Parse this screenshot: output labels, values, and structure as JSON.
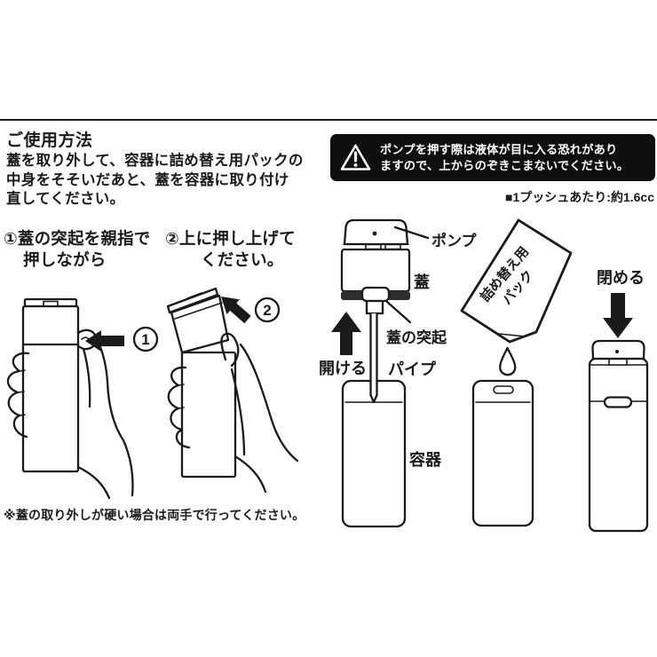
{
  "colors": {
    "ink": "#1a1a1a",
    "warning_bg": "#0f0f0f",
    "warning_fg": "#ffffff",
    "lid_band": "#2e2e2e"
  },
  "header": {
    "title": "ご使用方法",
    "intro_lines": [
      "蓋を取り外して、容器に詰め替え用パックの",
      "中身をそそいだあと、蓋を容器に取り付け",
      "直してください。"
    ]
  },
  "warning": {
    "line1": "ポンプを押す際は液体が目に入る恐れがあり",
    "line2": "ますので、上からのぞきこまないでください。"
  },
  "push_note": "■1プッシュあたり:約1.6cc",
  "steps": {
    "step1": {
      "badge": "①",
      "digit": "1",
      "line1": "蓋の突起を親指で",
      "line2_bold": "押しながら"
    },
    "step2": {
      "badge": "②",
      "digit": "2",
      "line1_normal": "上に押し",
      "line1_bold": "上げて",
      "line2": "ください。"
    }
  },
  "diagram": {
    "pump": "ポンプ",
    "lid": "蓋",
    "lid_tab": "蓋の突起",
    "pipe": "パイプ",
    "open": "開ける",
    "container": "容器",
    "close": "閉める",
    "refill_pack_line1": "詰め替え用",
    "refill_pack_line2": "パック"
  },
  "footnote": "※蓋の取り外しが硬い場合は両手で行ってください。",
  "icons": {
    "warning": "warning-triangle-icon",
    "open_arrow": "up-arrow-icon",
    "close_arrow": "down-arrow-icon",
    "drop": "water-drop-icon",
    "step1_arrow": "left-arrow-icon",
    "step2_arrow": "up-left-arrow-icon"
  }
}
